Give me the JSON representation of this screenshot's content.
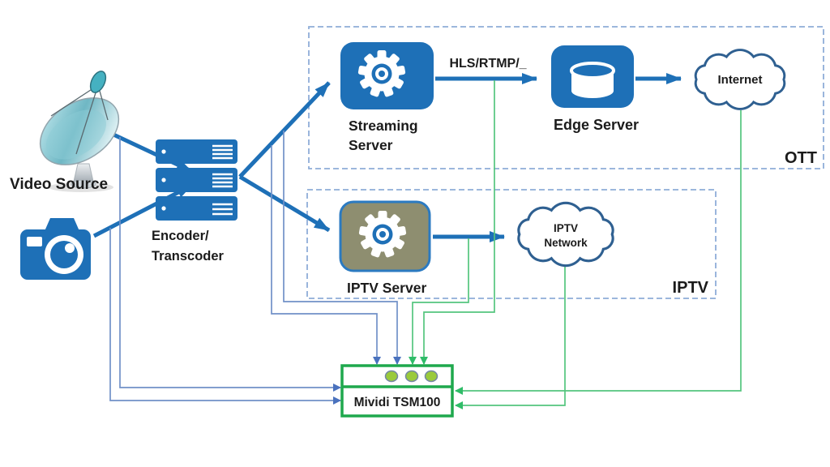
{
  "diagram": {
    "nodes": {
      "video_source": {
        "label": "Video Source"
      },
      "encoder": {
        "line1": "Encoder/",
        "line2": "Transcoder"
      },
      "streaming_server": {
        "line1": "Streaming",
        "line2": "Server"
      },
      "edge_server": {
        "label": "Edge Server"
      },
      "internet_cloud": {
        "label": "Internet"
      },
      "iptv_server": {
        "label": "IPTV Server"
      },
      "iptv_network_cloud": {
        "line1": "IPTV",
        "line2": "Network"
      },
      "monitor": {
        "label": "Mividi TSM100"
      }
    },
    "regions": {
      "ott": {
        "label": "OTT"
      },
      "iptv": {
        "label": "IPTV"
      }
    },
    "edge_labels": {
      "streaming_protocols": "HLS/RTMP/_"
    },
    "icons": {
      "satellite": "satellite-dish-icon",
      "camera": "camera-icon",
      "servers": "server-stack-icon",
      "gear": "gear-icon",
      "database": "database-cylinder-icon",
      "cloud": "cloud-icon",
      "monitor_leds": "led-dots-icon"
    },
    "colors": {
      "brand_blue": "#1e70b7",
      "tap_blue": "#7191c8",
      "tap_green": "#54c57e",
      "monitor_green": "#1fa84d",
      "olive": "#8e8e70",
      "cloud_stroke": "#2f6091",
      "region_dash": "#8fadd8",
      "dot_fill": "#9aca3c",
      "text": "#1b1b1b"
    }
  }
}
